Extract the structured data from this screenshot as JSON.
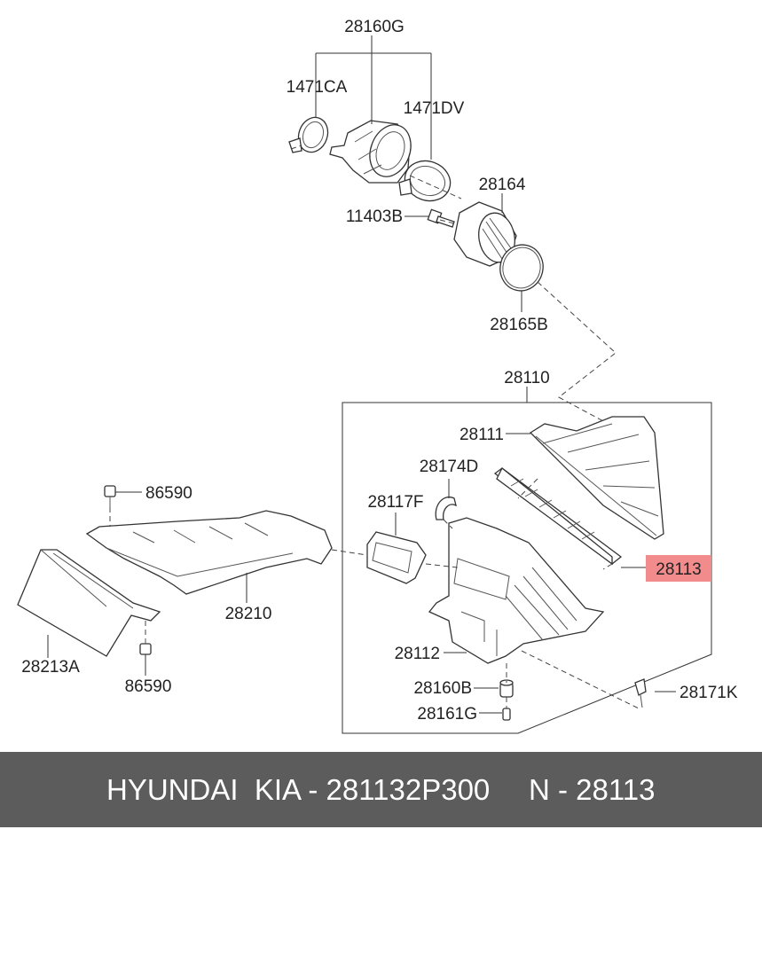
{
  "labels": {
    "p28160G": "28160G",
    "p1471CA": "1471CA",
    "p1471DV": "1471DV",
    "p28164": "28164",
    "p11403B": "11403B",
    "p28165B": "28165B",
    "p28110": "28110",
    "p28111": "28111",
    "p28174D": "28174D",
    "p28117F": "28117F",
    "p28113": "28113",
    "p86590a": "86590",
    "p28210": "28210",
    "p28213A": "28213A",
    "p86590b": "86590",
    "p28112": "28112",
    "p28160B": "28160B",
    "p28161G": "28161G",
    "p28171K": "28171K"
  },
  "highlight_color": "#f28b8b",
  "footer": {
    "brand": "HYUNDAI  KIA - 281132P300",
    "number": "N - 28113"
  }
}
